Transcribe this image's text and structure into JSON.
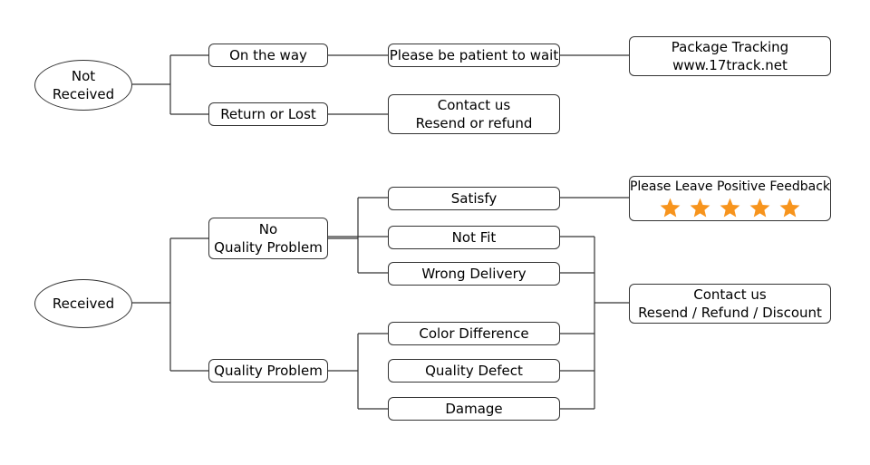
{
  "flow": {
    "not_received": {
      "label_1": "Not",
      "label_2": "Received",
      "on_the_way": "On the way",
      "patient": "Please be patient to wait",
      "tracking_1": "Package Tracking",
      "tracking_2": "www.17track.net",
      "return_lost": "Return or Lost",
      "contact_1": "Contact us",
      "contact_2": "Resend or refund"
    },
    "received": {
      "label": "Received",
      "no_quality_1": "No",
      "no_quality_2": "Quality Problem",
      "satisfy": "Satisfy",
      "not_fit": "Not Fit",
      "wrong_delivery": "Wrong Delivery",
      "quality_problem": "Quality Problem",
      "color_difference": "Color Difference",
      "quality_defect": "Quality Defect",
      "damage": "Damage",
      "feedback": "Please Leave Positive Feedback",
      "stars": 5,
      "star_color": "#f7941d",
      "contact_1": "Contact us",
      "contact_2": "Resend / Refund / Discount"
    }
  }
}
